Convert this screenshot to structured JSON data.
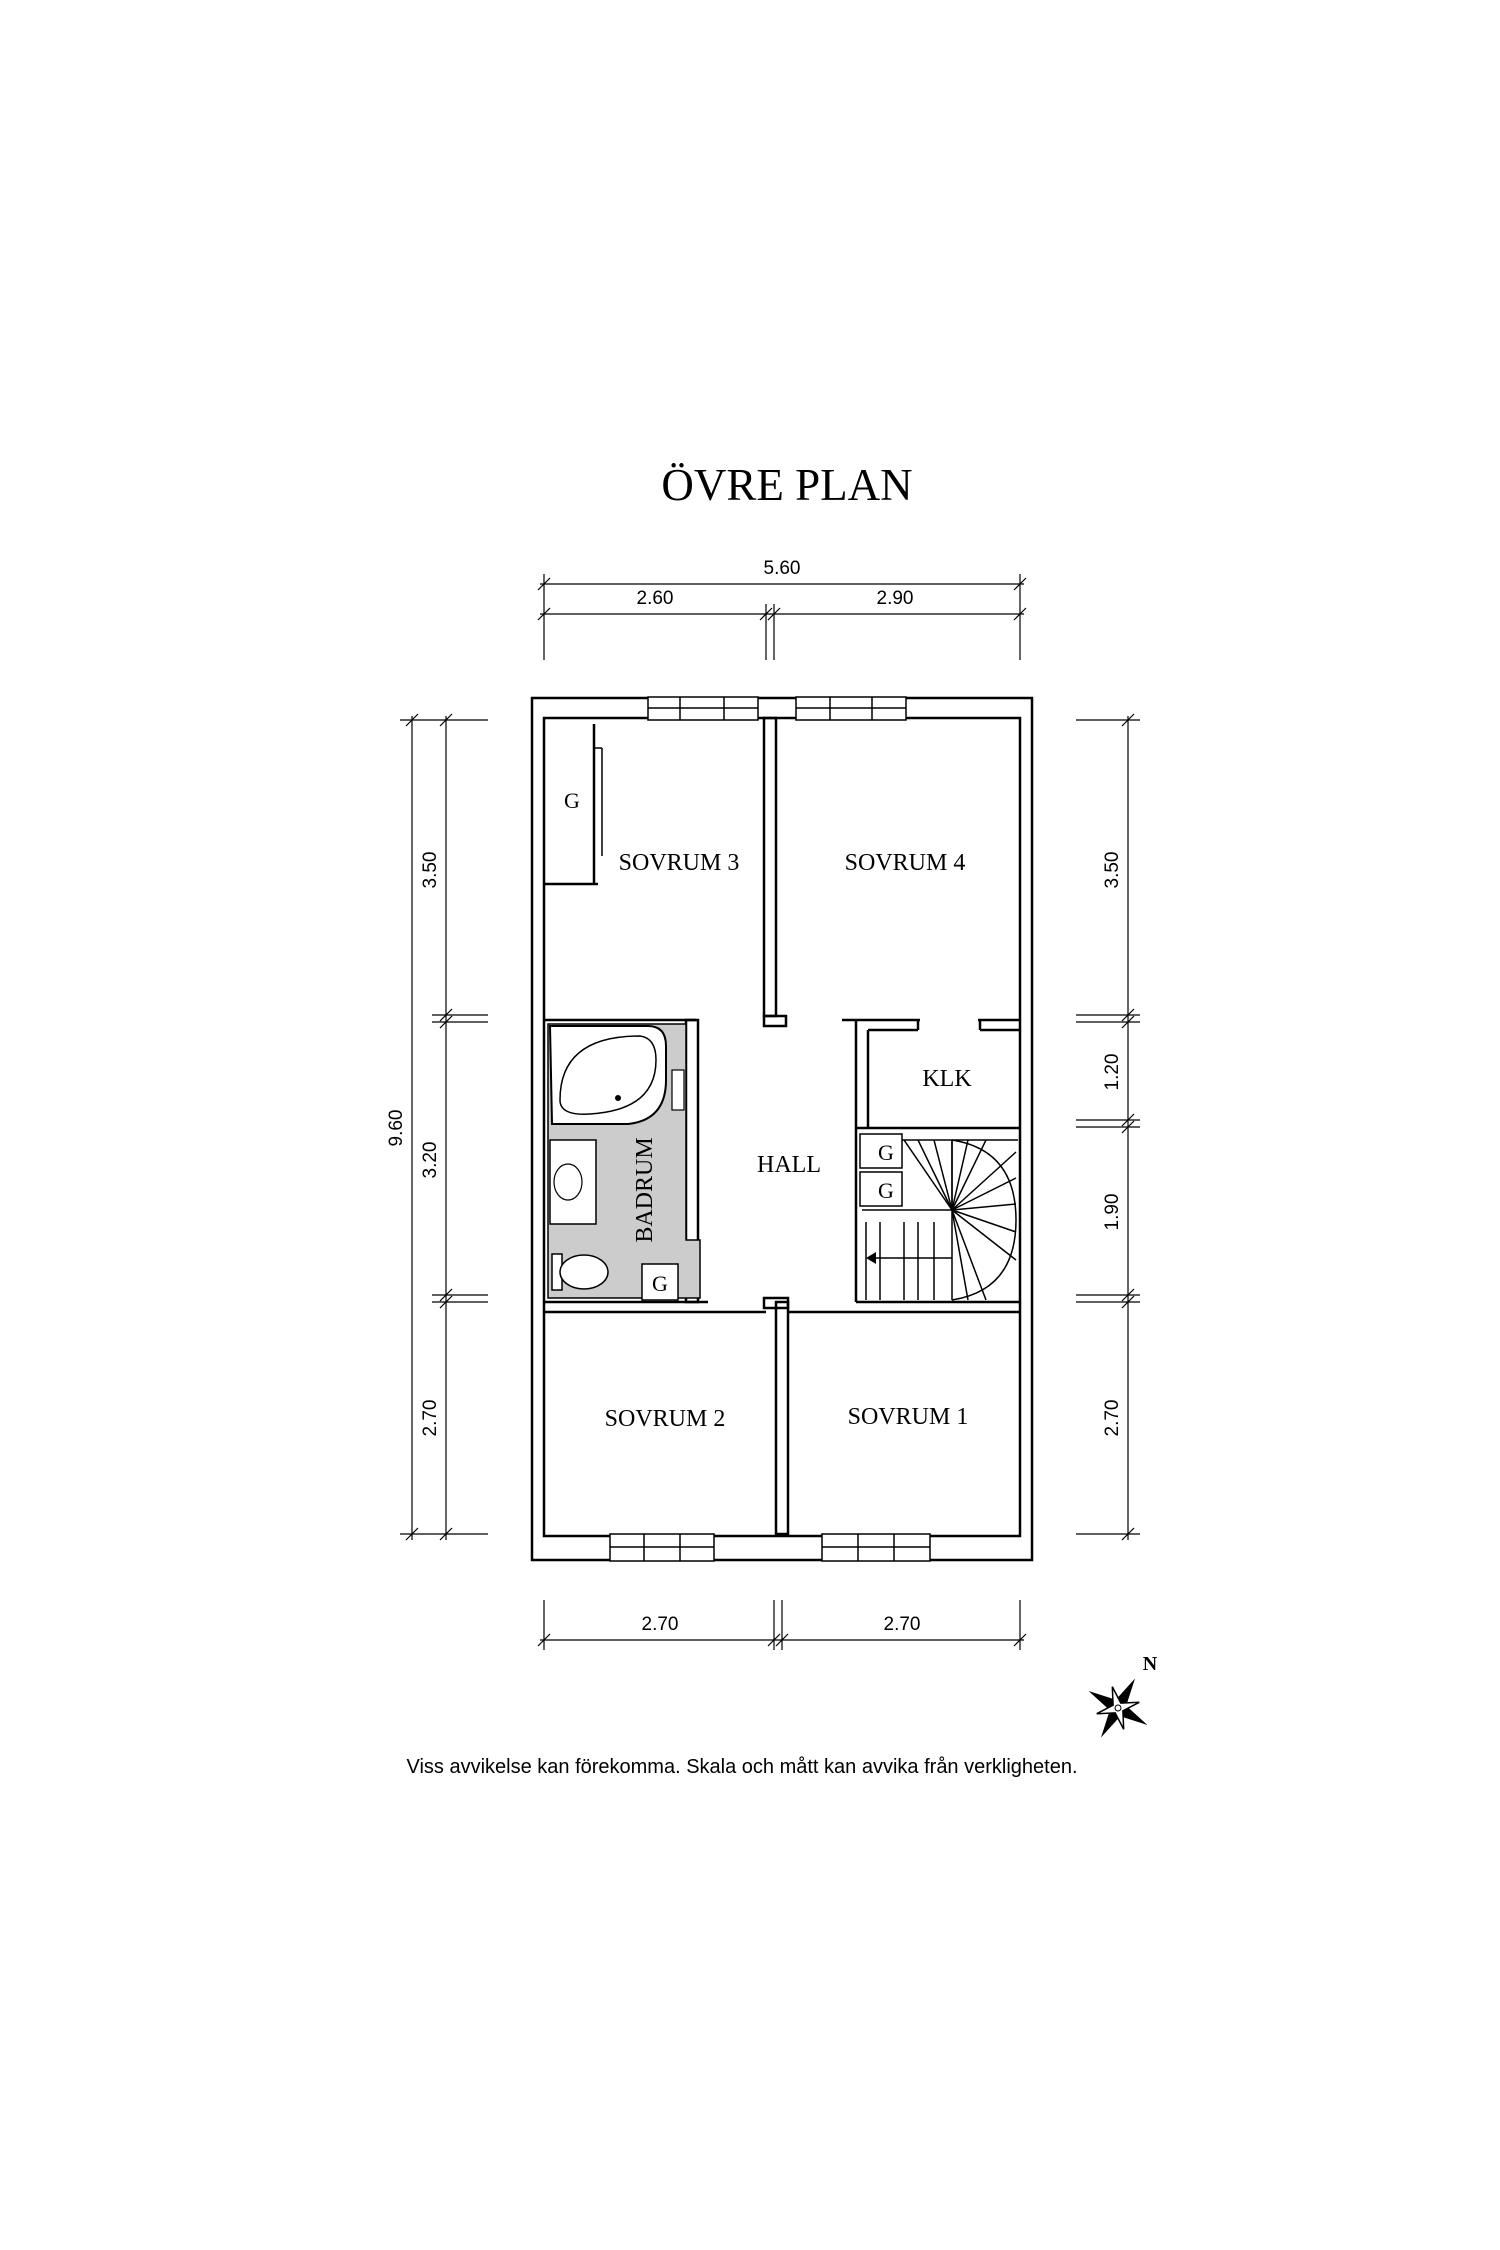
{
  "title": "ÖVRE PLAN",
  "rooms": {
    "sovrum3": "SOVRUM 3",
    "sovrum4": "SOVRUM 4",
    "klk": "KLK",
    "hall": "HALL",
    "badrum": "BADRUM",
    "sovrum2": "SOVRUM 2",
    "sovrum1": "SOVRUM 1"
  },
  "closet_label": "G",
  "dimensions": {
    "top_total": "5.60",
    "top_left": "2.60",
    "top_right": "2.90",
    "left_total": "9.60",
    "left_1": "3.50",
    "left_2": "3.20",
    "left_3": "2.70",
    "right_1": "3.50",
    "right_2": "1.20",
    "right_3": "1.90",
    "right_4": "2.70",
    "bottom_left": "2.70",
    "bottom_right": "2.70"
  },
  "compass_label": "N",
  "disclaimer": "Viss avvikelse kan förekomma. Skala och mått kan avvika från verkligheten."
}
